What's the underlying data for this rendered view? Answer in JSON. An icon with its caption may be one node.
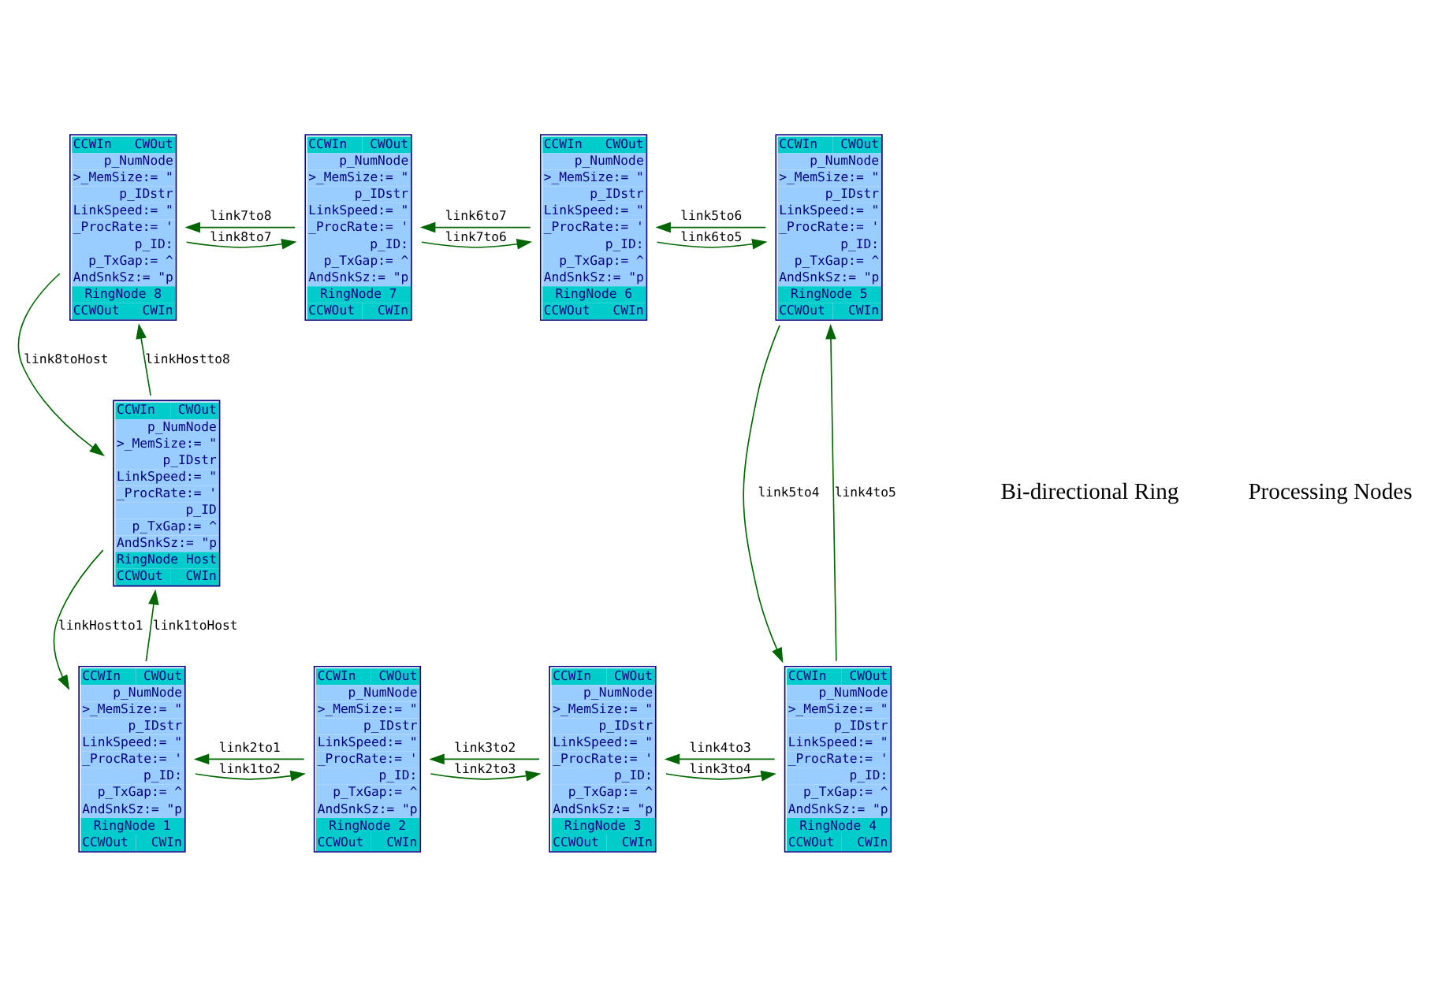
{
  "diagram": {
    "nodes": [
      {
        "text": [
          "CCWIn",
          "CWOut",
          "p_NumNode",
          ">_MemSize:= \"",
          "p_IDstr",
          "LinkSpeed:= \"",
          "_ProcRate:= '",
          "p_ID:",
          "p_TxGap:= ^",
          "AndSnkSz:= \"p",
          "RingNode 8",
          "CCWOut",
          "CWIn"
        ]
      },
      {
        "text": [
          "CCWIn",
          "CWOut",
          "p_NumNode",
          ">_MemSize:= \"",
          "p_IDstr",
          "LinkSpeed:= \"",
          "_ProcRate:= '",
          "p_ID:",
          "p_TxGap:= ^",
          "AndSnkSz:= \"p",
          "RingNode 7",
          "CCWOut",
          "CWIn"
        ]
      },
      {
        "text": [
          "CCWIn",
          "CWOut",
          "p_NumNode",
          ">_MemSize:= \"",
          "p_IDstr",
          "LinkSpeed:= \"",
          "_ProcRate:= '",
          "p_ID:",
          "p_TxGap:= ^",
          "AndSnkSz:= \"p",
          "RingNode 6",
          "CCWOut",
          "CWIn"
        ]
      },
      {
        "text": [
          "CCWIn",
          "CWOut",
          "p_NumNode",
          ">_MemSize:= \"",
          "p_IDstr",
          "LinkSpeed:= \"",
          "_ProcRate:= '",
          "p_ID:",
          "p_TxGap:= ^",
          "AndSnkSz:= \"p",
          "RingNode 5",
          "CCWOut",
          "CWIn"
        ]
      },
      {
        "text": [
          "CCWIn",
          "CWOut",
          "p_NumNode",
          ">_MemSize:= \"",
          "p_IDstr",
          "LinkSpeed:= \"",
          "_ProcRate:= '",
          "p_ID",
          "p_TxGap:= ^",
          "AndSnkSz:= \"p",
          "RingNode Host",
          "CCWOut",
          "CWIn"
        ]
      },
      {
        "text": [
          "CCWIn",
          "CWOut",
          "p_NumNode",
          ">_MemSize:= \"",
          "p_IDstr",
          "LinkSpeed:= \"",
          "_ProcRate:= '",
          "p_ID:",
          "p_TxGap:= ^",
          "AndSnkSz:= \"p",
          "RingNode 1",
          "CCWOut",
          "CWIn"
        ]
      },
      {
        "text": [
          "CCWIn",
          "CWOut",
          "p_NumNode",
          ">_MemSize:= \"",
          "p_IDstr",
          "LinkSpeed:= \"",
          "_ProcRate:= '",
          "p_ID:",
          "p_TxGap:= ^",
          "AndSnkSz:= \"p",
          "RingNode 2",
          "CCWOut",
          "CWIn"
        ]
      },
      {
        "text": [
          "CCWIn",
          "CWOut",
          "p_NumNode",
          ">_MemSize:= \"",
          "p_IDstr",
          "LinkSpeed:= \"",
          "_ProcRate:= '",
          "p_ID:",
          "p_TxGap:= ^",
          "AndSnkSz:= \"p",
          "RingNode 3",
          "CCWOut",
          "CWIn"
        ]
      },
      {
        "text": [
          "CCWIn",
          "CWOut",
          "p_NumNode",
          ">_MemSize:= \"",
          "p_IDstr",
          "LinkSpeed:= \"",
          "_ProcRate:= '",
          "p_ID:",
          "p_TxGap:= ^",
          "AndSnkSz:= \"p",
          "RingNode 4",
          "CCWOut",
          "CWIn"
        ]
      }
    ],
    "edges": [
      {
        "from": 1,
        "to": 0,
        "arrow": "to",
        "label": "link7to8"
      },
      {
        "from": 2,
        "to": 1,
        "arrow": "to",
        "label": "link6to7"
      },
      {
        "from": 3,
        "to": 2,
        "arrow": "to",
        "label": "link5to6"
      },
      {
        "from": 8,
        "to": 3,
        "arrow": "to",
        "label": "link4to5"
      },
      {
        "from": 0,
        "to": 1,
        "arrow": "to",
        "label": "link8to7"
      },
      {
        "from": 1,
        "to": 2,
        "arrow": "to",
        "label": "link7to6"
      },
      {
        "from": 2,
        "to": 3,
        "arrow": "to",
        "label": "link6to5"
      },
      {
        "from": 0,
        "to": 4,
        "arrow": "to",
        "label": "link8toHost"
      },
      {
        "from": 4,
        "to": 0,
        "arrow": "to",
        "label": "linkHostto8"
      },
      {
        "from": 4,
        "to": 5,
        "arrow": "to",
        "label": "linkHostto1"
      },
      {
        "from": 5,
        "to": 4,
        "arrow": "to",
        "label": "link1toHost"
      },
      {
        "from": 6,
        "to": 5,
        "arrow": "to",
        "label": "link2to1"
      },
      {
        "from": 7,
        "to": 6,
        "arrow": "to",
        "label": "link3to2"
      },
      {
        "from": 8,
        "to": 7,
        "arrow": "to",
        "label": "link4to3"
      },
      {
        "from": 5,
        "to": 6,
        "arrow": "to",
        "label": "link1to2"
      },
      {
        "from": 6,
        "to": 7,
        "arrow": "to",
        "label": "link2to3"
      },
      {
        "from": 7,
        "to": 8,
        "arrow": "to",
        "label": "link3to4"
      },
      {
        "from": 3,
        "to": 8,
        "arrow": "to",
        "label": "link5to4"
      }
    ],
    "labels": [
      "Bi-directional Ring",
      "Processing Nodes"
    ]
  }
}
